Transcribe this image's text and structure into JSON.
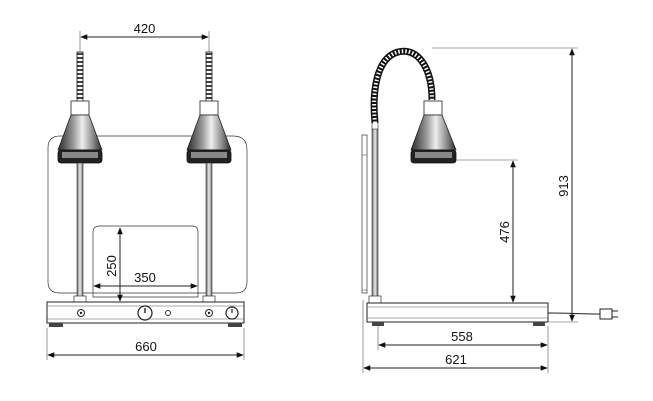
{
  "dimensions": {
    "front": {
      "lamp_spacing": "420",
      "base_width": "660",
      "inner_width": "350",
      "inner_height": "250"
    },
    "side": {
      "total_height": "913",
      "lamp_height": "476",
      "inner_depth": "558",
      "base_depth": "621"
    }
  },
  "colors": {
    "line": "#222222",
    "lamp_dark": "#1a1a1a",
    "lamp_mid": "#7a7a7a",
    "lamp_light": "#e6e6e6"
  }
}
